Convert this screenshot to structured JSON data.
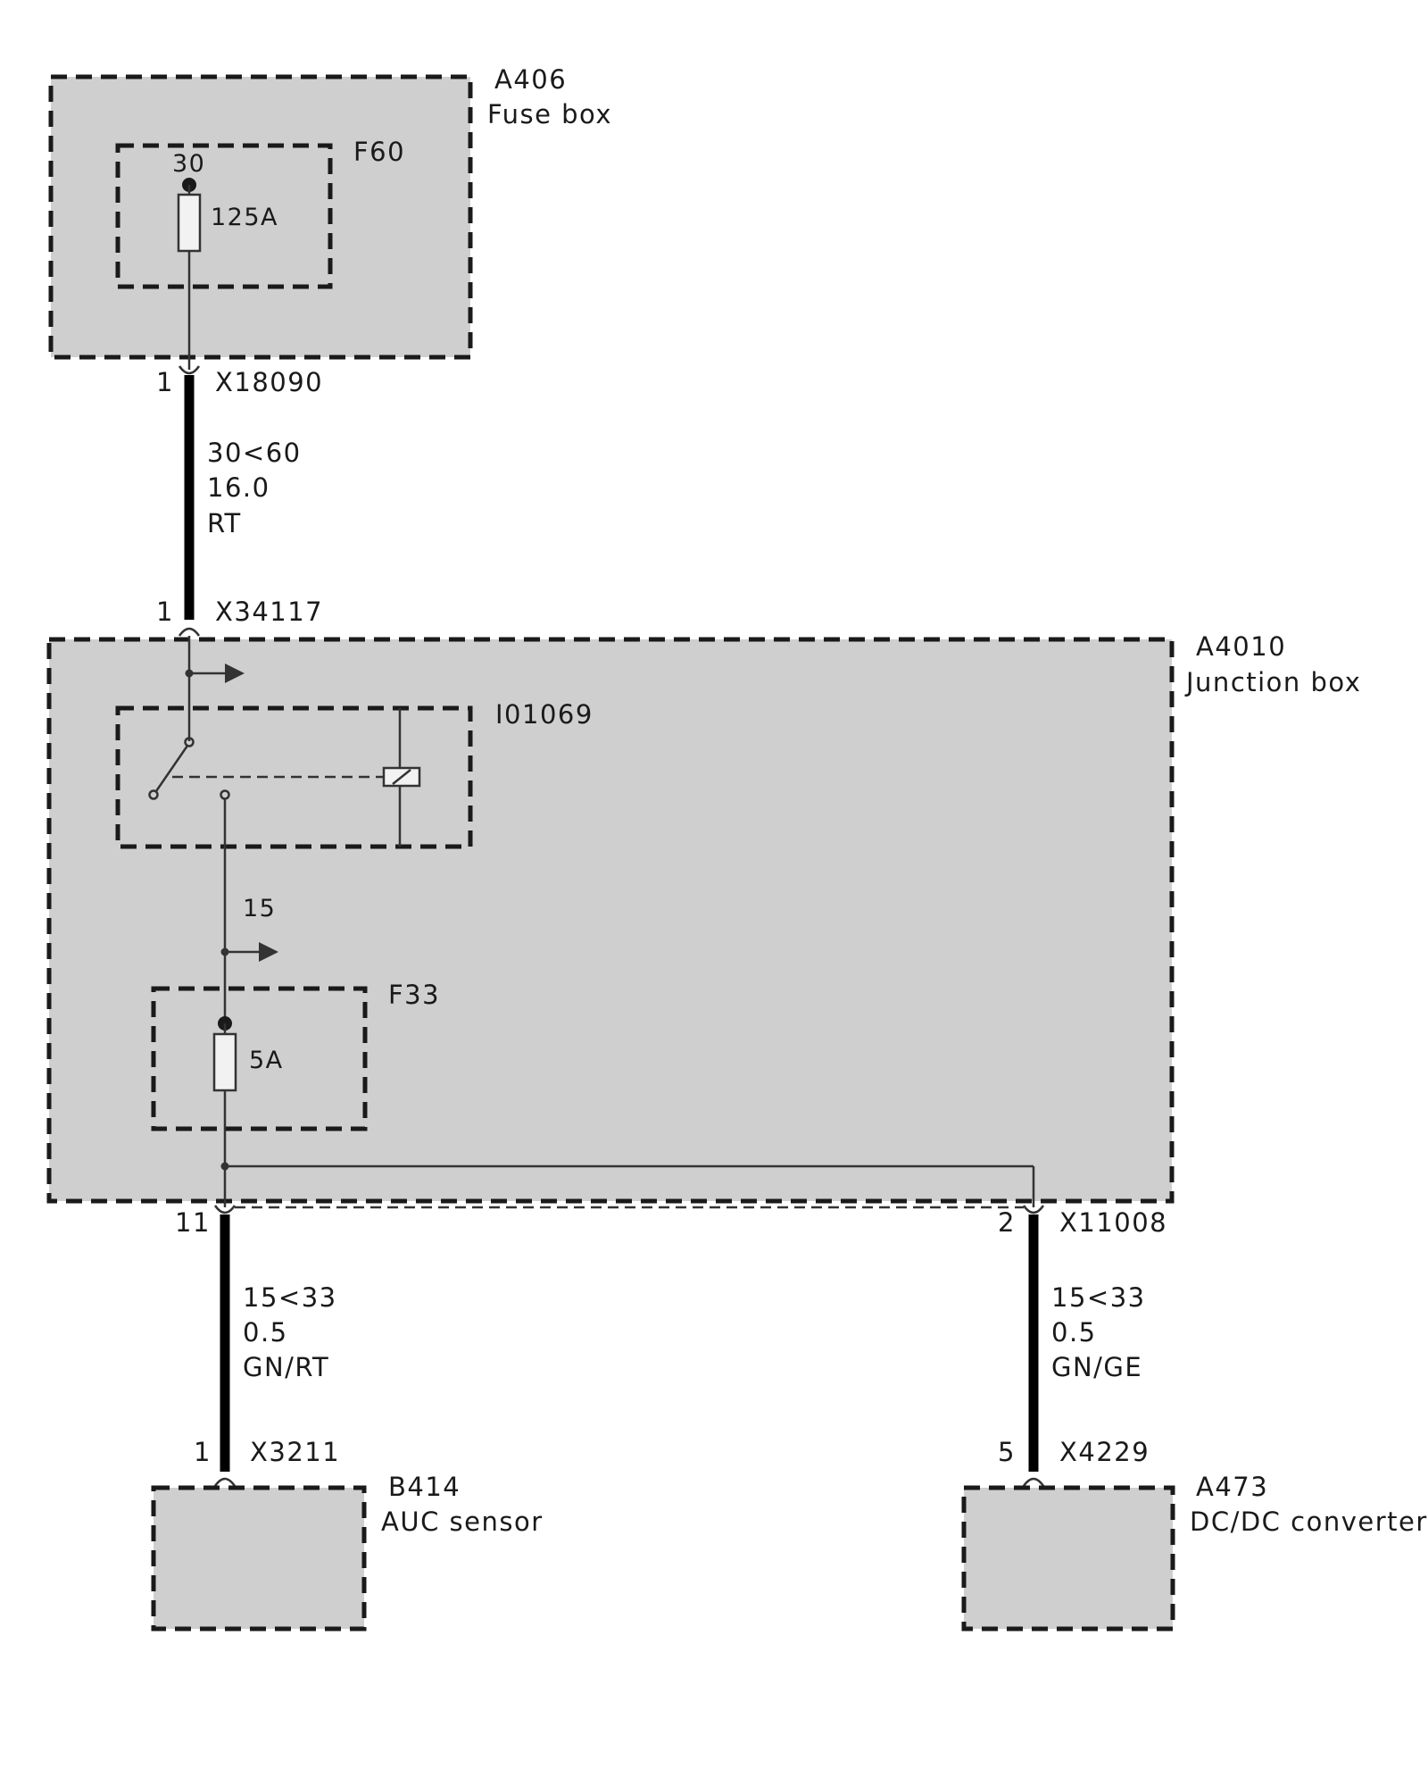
{
  "components": {
    "fuse_box": {
      "id": "A406",
      "name": "Fuse box"
    },
    "fuse_f60": {
      "id": "F60",
      "terminal": "30",
      "rating": "125A"
    },
    "junction_box": {
      "id": "A4010",
      "name": "Junction box"
    },
    "relay": {
      "id": "I01069"
    },
    "fuse_f33": {
      "id": "F33",
      "rating": "5A"
    },
    "auc_sensor": {
      "id": "B414",
      "name": "AUC sensor"
    },
    "dcdc": {
      "id": "A473",
      "name": "DC/DC converter"
    }
  },
  "connectors": {
    "x18090": {
      "pin": "1",
      "id": "X18090"
    },
    "x34117": {
      "pin": "1",
      "id": "X34117"
    },
    "x11008_left": {
      "pin": "11"
    },
    "x11008_right": {
      "pin": "2",
      "id": "X11008"
    },
    "x3211": {
      "pin": "1",
      "id": "X3211"
    },
    "x4229": {
      "pin": "5",
      "id": "X4229"
    }
  },
  "wires": {
    "main": {
      "circuit": "30<60",
      "size": "16.0",
      "color": "RT"
    },
    "to_auc": {
      "circuit": "15<33",
      "size": "0.5",
      "color": "GN/RT"
    },
    "to_dcdc": {
      "circuit": "15<33",
      "size": "0.5",
      "color": "GN/GE"
    }
  },
  "labels": {
    "terminal_15": "15"
  }
}
